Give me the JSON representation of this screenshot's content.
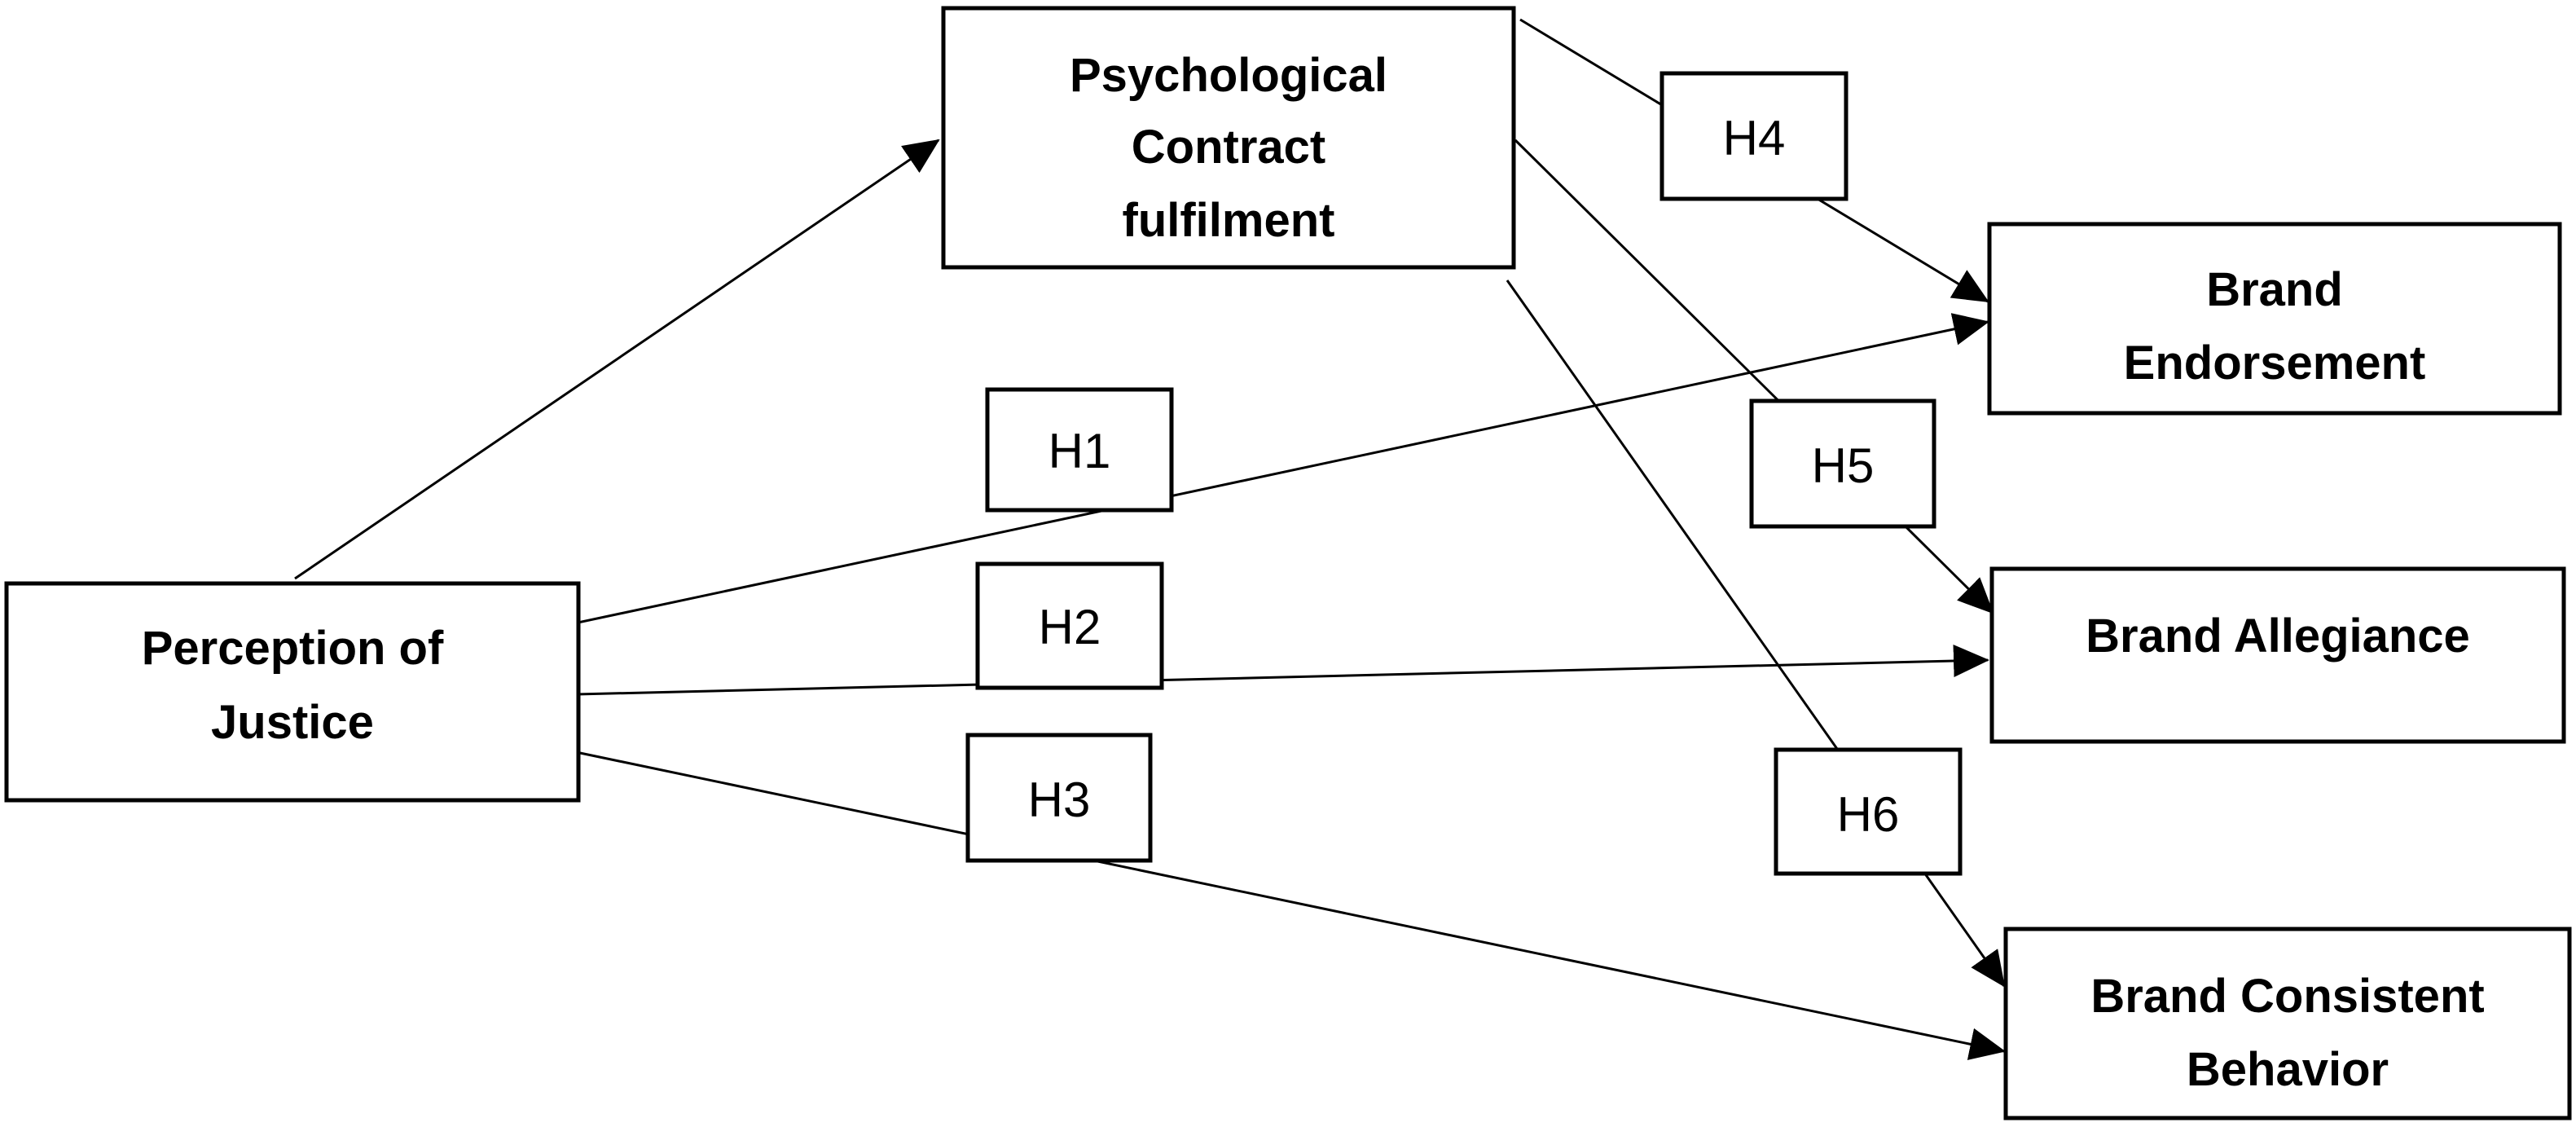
{
  "nodes": {
    "psychological_contract": {
      "lines": [
        "Psychological",
        "Contract",
        "fulfilment"
      ]
    },
    "perception_of_justice": {
      "lines": [
        "Perception of",
        "Justice"
      ]
    },
    "brand_endorsement": {
      "lines": [
        "Brand",
        "Endorsement"
      ]
    },
    "brand_allegiance": {
      "lines": [
        "Brand Allegiance"
      ]
    },
    "brand_consistent_behavior": {
      "lines": [
        "Brand Consistent",
        "Behavior"
      ]
    }
  },
  "hypotheses": {
    "h1": "H1",
    "h2": "H2",
    "h3": "H3",
    "h4": "H4",
    "h5": "H5",
    "h6": "H6"
  },
  "colors": {
    "stroke": "#000000",
    "background": "#ffffff"
  }
}
